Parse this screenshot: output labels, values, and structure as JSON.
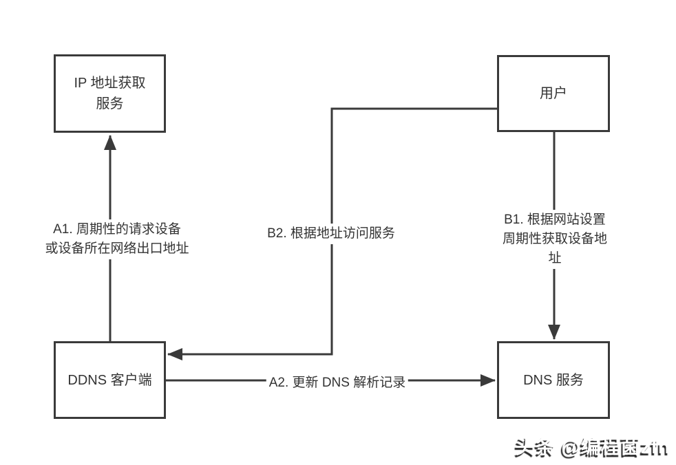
{
  "diagram": {
    "title": "DDNS workflow diagram",
    "nodes": {
      "ip_service": {
        "label": "IP 地址获取\n服务"
      },
      "user": {
        "label": "用户"
      },
      "ddns_client": {
        "label": "DDNS 客户端"
      },
      "dns_service": {
        "label": "DNS 服务"
      }
    },
    "edges": {
      "a1": {
        "label": "A1. 周期性的请求设备\n或设备所在网络出口地址",
        "from": "ddns_client",
        "to": "ip_service"
      },
      "a2": {
        "label": "A2. 更新 DNS 解析记录",
        "from": "ddns_client",
        "to": "dns_service"
      },
      "b1": {
        "label": "B1. 根据网站设置\n周期性获取设备地址",
        "from": "user",
        "to": "dns_service"
      },
      "b2": {
        "label": "B2. 根据地址访问服务",
        "from": "user",
        "to": "ddns_client"
      }
    },
    "colors": {
      "line": "#3a3a3a",
      "text": "#333333",
      "background": "#ffffff"
    }
  },
  "watermark": {
    "text": "头条 @编程菌zfn"
  }
}
